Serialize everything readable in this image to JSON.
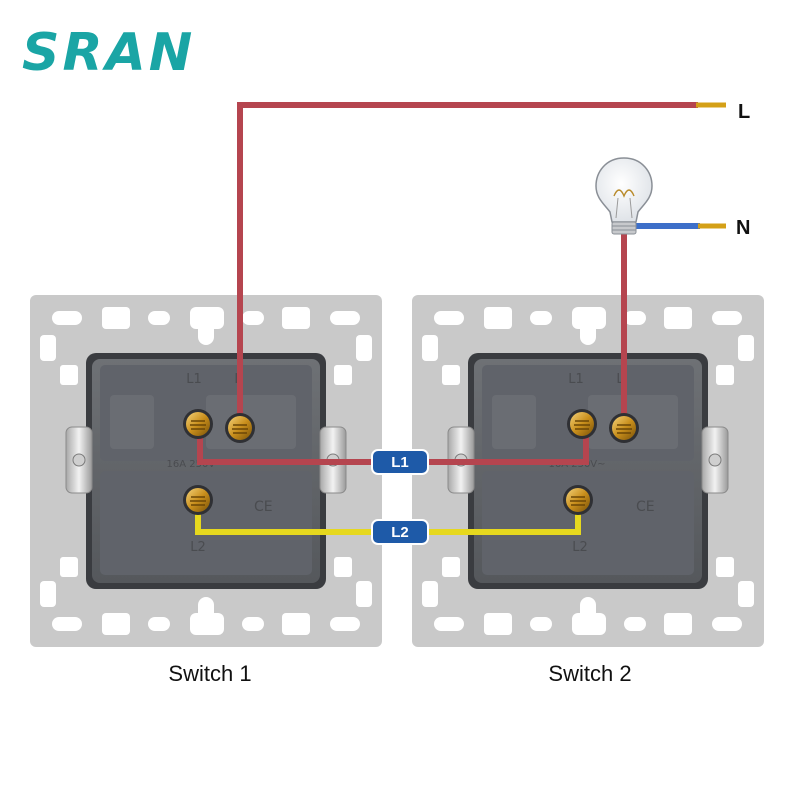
{
  "brand": {
    "logo_text": "SRAN",
    "color": "#1aa5a5"
  },
  "terminals": {
    "live_label": "L",
    "neutral_label": "N"
  },
  "wire_tags": {
    "l1": "L1",
    "l2": "L2",
    "tag_color": "#1e5aa8"
  },
  "switches": [
    {
      "caption": "Switch 1",
      "top_terminal_left": "L1",
      "top_terminal_right": "L",
      "bottom_terminal": "L2",
      "rating": "16A 250V~"
    },
    {
      "caption": "Switch 2",
      "top_terminal_left": "L1",
      "top_terminal_right": "L",
      "bottom_terminal": "L2",
      "rating": "16A 250V~"
    }
  ],
  "wire_colors": {
    "live": "#b5454f",
    "neutral": "#3d6fc9",
    "traveler_l2": "#e6d81e",
    "copper": "#d4a017"
  },
  "icons": {
    "lamp": "light-bulb-icon",
    "screw": "terminal-screw-icon",
    "ce": "ce-mark-icon"
  }
}
